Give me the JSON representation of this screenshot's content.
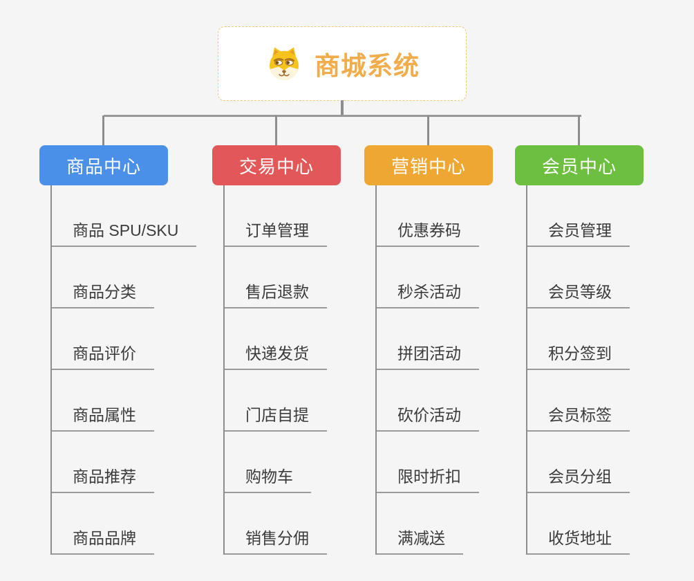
{
  "root": {
    "title": "商城系统",
    "icon": "shiba-dog-icon",
    "accent_color": "#f1ad4b",
    "border_color": "#f0c679"
  },
  "canvas": {
    "background_color": "#f5f5f5",
    "connector_color": "#8d8d8d"
  },
  "branches": [
    {
      "label": "商品中心",
      "color": "#4a90e8",
      "items": [
        "商品 SPU/SKU",
        "商品分类",
        "商品评价",
        "商品属性",
        "商品推荐",
        "商品品牌"
      ]
    },
    {
      "label": "交易中心",
      "color": "#e25757",
      "items": [
        "订单管理",
        "售后退款",
        "快递发货",
        "门店自提",
        "购物车",
        "销售分佣"
      ]
    },
    {
      "label": "营销中心",
      "color": "#efa733",
      "items": [
        "优惠券码",
        "秒杀活动",
        "拼团活动",
        "砍价活动",
        "限时折扣",
        "满减送"
      ]
    },
    {
      "label": "会员中心",
      "color": "#6dbf40",
      "items": [
        "会员管理",
        "会员等级",
        "积分签到",
        "会员标签",
        "会员分组",
        "收货地址"
      ]
    }
  ]
}
